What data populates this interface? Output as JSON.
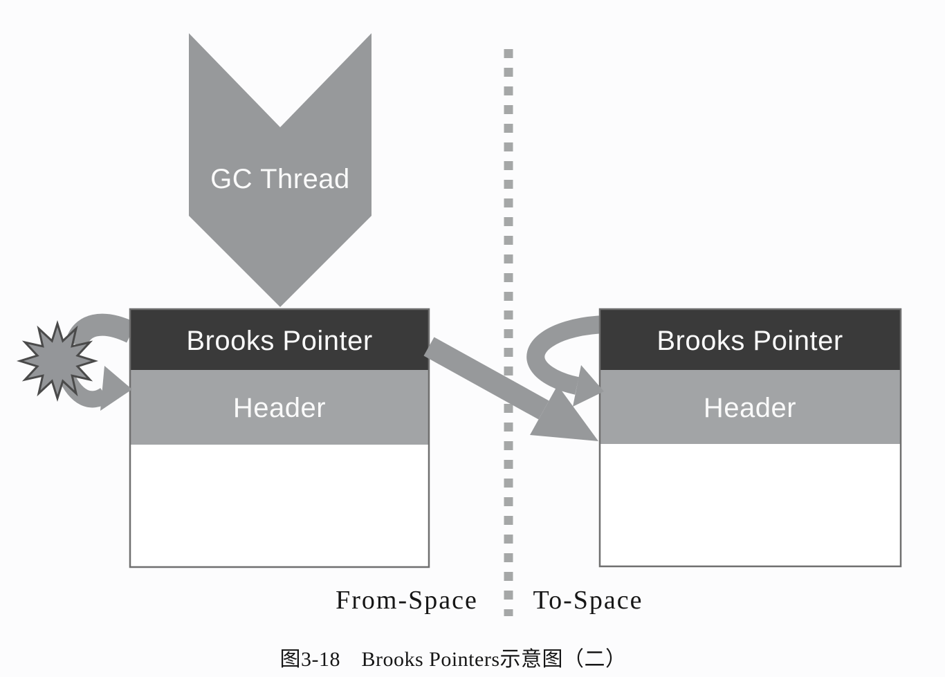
{
  "figure": {
    "gc_thread_label": "GC Thread",
    "from_space_box": {
      "row1": "Brooks Pointer",
      "row2": "Header"
    },
    "to_space_box": {
      "row1": "Brooks Pointer",
      "row2": "Header"
    },
    "region_labels": {
      "left": "From-Space",
      "right": "To-Space"
    },
    "caption": "图3-18　Brooks Pointers示意图（二）"
  },
  "colors": {
    "shape_gray": "#97999b",
    "bar_dark": "#3a3a3a",
    "band_gray": "#a2a4a6",
    "box_fill": "#ffffff",
    "box_border": "#6f6f6f",
    "dash_gray": "#a5a7a7",
    "star_fill": "#949699",
    "star_stroke": "#4a4a4a",
    "label_white": "#fafafa",
    "text_black": "#161616"
  }
}
